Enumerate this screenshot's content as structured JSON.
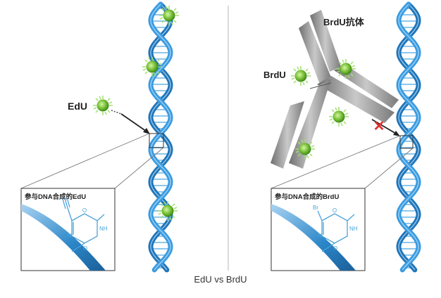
{
  "left_panel": {
    "molecule_label": "EdU",
    "inset_title": "参与DNA合成的EdU",
    "structure_atoms": {
      "n_top": "NH",
      "n_bottom": "N",
      "o_top": "O",
      "o_bottom": "O"
    }
  },
  "right_panel": {
    "molecule_label": "BrdU",
    "antibody_label": "BrdU抗体",
    "inset_title": "参与DNA合成的BrdU",
    "structure_atoms": {
      "br": "Br",
      "n_top": "NH",
      "n_bottom": "N",
      "o_top": "O",
      "o_bottom": "O"
    },
    "blocked_mark": "✕"
  },
  "caption": "EdU vs BrdU",
  "colors": {
    "helix_blue": "#2b86c8",
    "helix_light": "#6fb7e8",
    "molecule_green": "#7cc43a",
    "antibody_gray": "#8c8c8c",
    "blocked_red": "#e03030",
    "structure_blue": "#4aa3d8"
  },
  "icons": [
    "dna-helix-icon",
    "molecule-icon",
    "antibody-icon",
    "arrow-icon",
    "cross-icon"
  ]
}
